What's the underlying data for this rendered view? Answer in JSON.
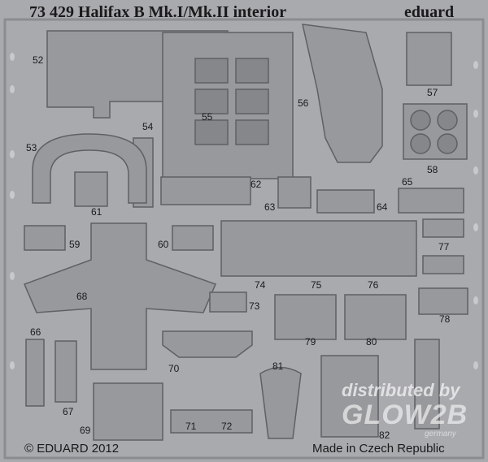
{
  "header": {
    "title": "73 429 Halifax B Mk.I/Mk.II interior",
    "brand": "eduard"
  },
  "footer": {
    "copyright": "© EDUARD 2012",
    "origin": "Made in Czech Republic"
  },
  "watermark": {
    "line1": "distributed by",
    "logo": "GLOW2B",
    "sub": "germany"
  },
  "part_numbers": [
    "52",
    "55",
    "54",
    "56",
    "57",
    "58",
    "53",
    "61",
    "62",
    "63",
    "64",
    "65",
    "59",
    "60",
    "74",
    "75",
    "76",
    "77",
    "73",
    "68",
    "79",
    "80",
    "78",
    "66",
    "67",
    "70",
    "81",
    "71",
    "72",
    "69",
    "82"
  ]
}
